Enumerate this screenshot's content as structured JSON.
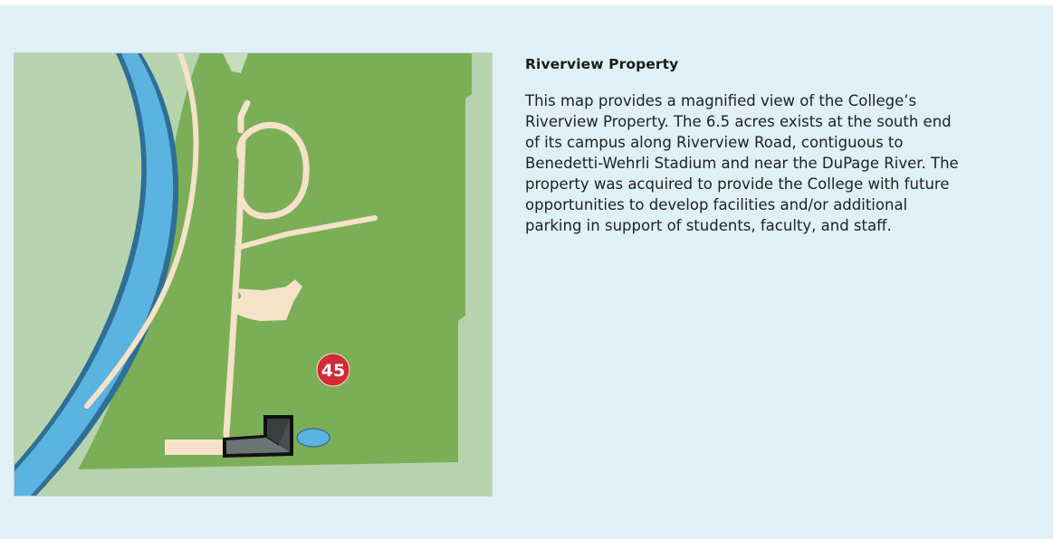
{
  "section": {
    "title": "Riverview Property",
    "description": "This map provides a magnified view of the College’s Riverview Property. The 6.5 acres exists at the south end of its campus along Riverview Road, contiguous to Benedetti-Wehrli Stadium and near the DuPage River. The property was acquired to provide the College with future opportunities to develop facilities and/or additional parking in support of students, faculty, and staff."
  },
  "map": {
    "marker_label": "45",
    "colors": {
      "panel_background": "#dff0f6",
      "land_light": "#b7d3ae",
      "land_property": "#7cae58",
      "river": "#5bb3df",
      "river_edge": "#2f6f95",
      "paths": "#f4e3c8",
      "marker": "#d12b35",
      "building": "#4a5050"
    }
  }
}
